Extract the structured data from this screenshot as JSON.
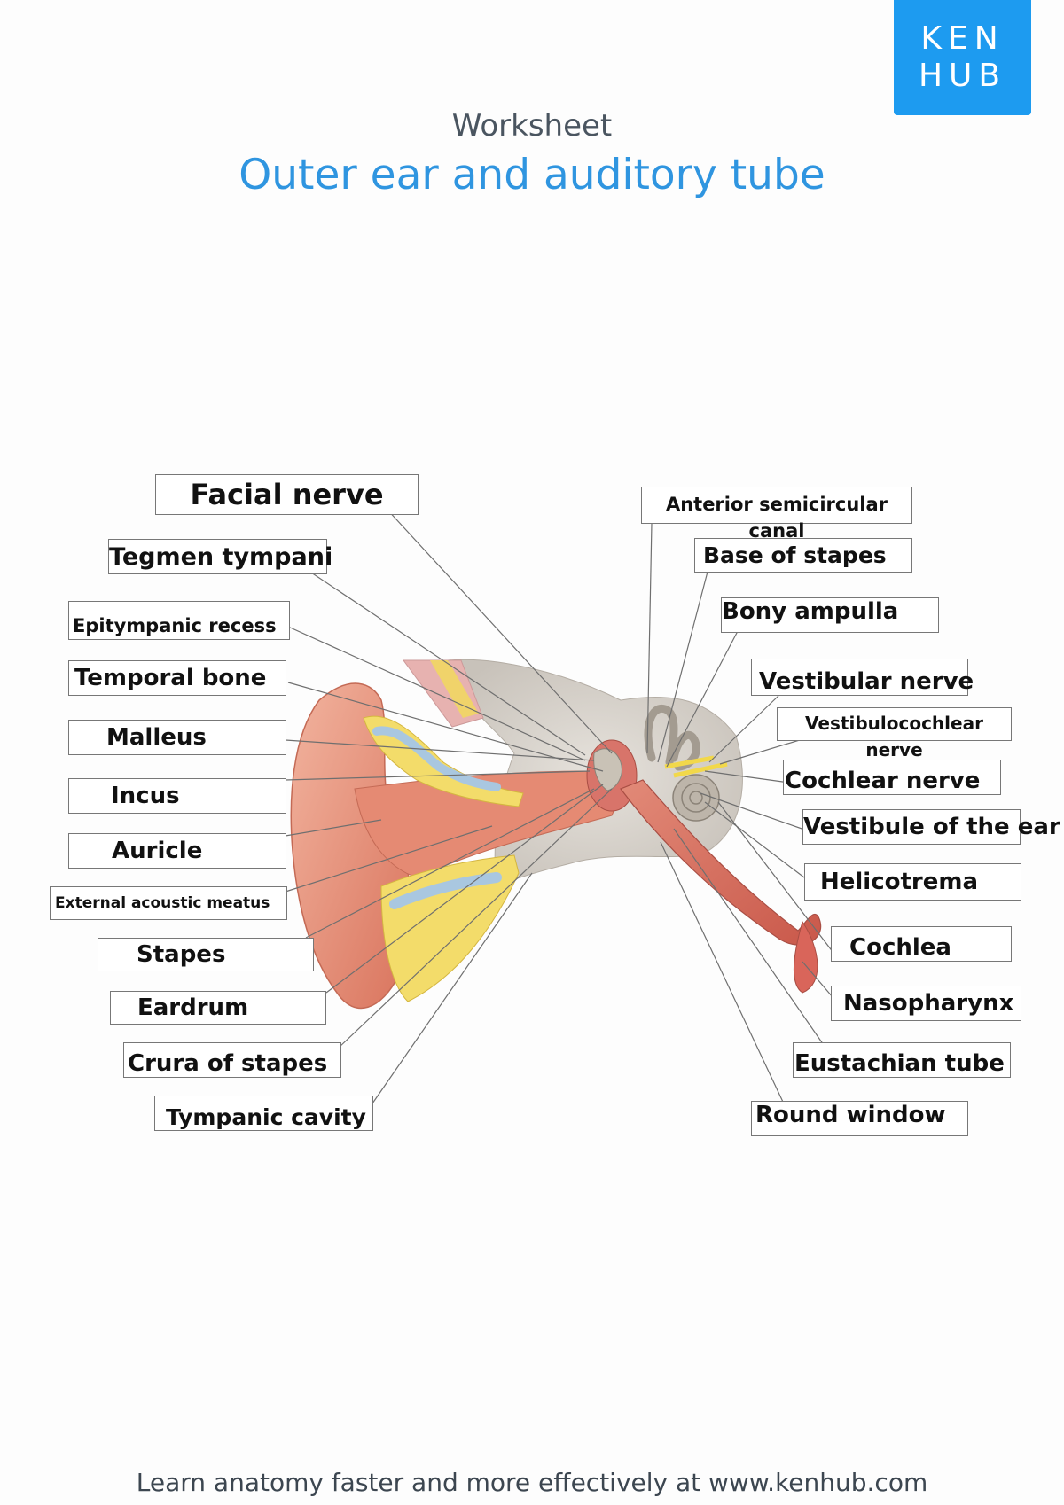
{
  "logo": {
    "line1": "KEN",
    "line2": "HUB"
  },
  "header": {
    "subtitle": "Worksheet",
    "title": "Outer ear and auditory tube"
  },
  "labels": {
    "facial_nerve": "Facial nerve",
    "tegmen_tympani": "Tegmen tympani",
    "epitympanic_recess": "Epitympanic recess",
    "temporal_bone": "Temporal bone",
    "malleus": "Malleus",
    "incus": "Incus",
    "auricle": "Auricle",
    "external_acoustic_meatus": "External acoustic meatus",
    "stapes": "Stapes",
    "eardrum": "Eardrum",
    "crura_of_stapes": "Crura of stapes",
    "tympanic_cavity": "Tympanic cavity",
    "anterior_semicircular_canal_1": "Anterior semicircular",
    "anterior_semicircular_canal_2": "canal",
    "base_of_stapes": "Base of stapes",
    "bony_ampulla": "Bony ampulla",
    "vestibular_nerve": "Vestibular nerve",
    "vestibulocochlear_nerve_1": "Vestibulocochlear",
    "vestibulocochlear_nerve_2": "nerve",
    "cochlear_nerve": "Cochlear nerve",
    "vestibule_of_the_ear": "Vestibule of the ear",
    "helicotrema": "Helicotrema",
    "cochlea": "Cochlea",
    "nasopharynx": "Nasopharynx",
    "eustachian_tube": "Eustachian tube",
    "round_window": "Round window"
  },
  "footer": {
    "text": "Learn anatomy faster and more effectively at www.kenhub.com"
  },
  "colors": {
    "brand": "#1d9bf0",
    "title": "#2f95e0",
    "skin": "#e9937a",
    "bone": "#d9d4cc",
    "cartilage": "#f3dc6a"
  }
}
